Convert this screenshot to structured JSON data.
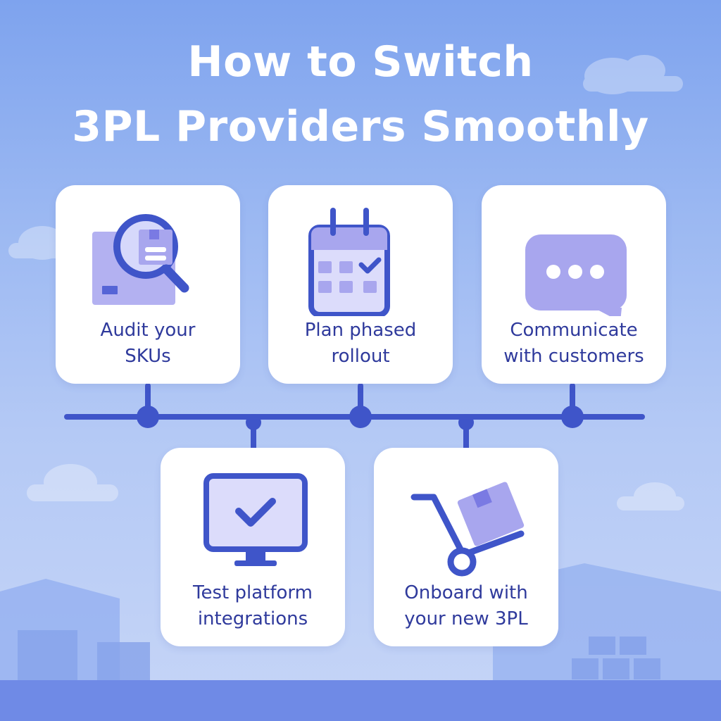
{
  "title": {
    "line1": "How to Switch",
    "line2": "3PL Providers Smoothly"
  },
  "steps": [
    {
      "label_line1": "Audit your",
      "label_line2": "SKUs",
      "icon": "magnifier-over-box-icon"
    },
    {
      "label_line1": "Plan phased",
      "label_line2": "rollout",
      "icon": "calendar-check-icon"
    },
    {
      "label_line1": "Communicate",
      "label_line2": "with customers",
      "icon": "chat-bubble-icon"
    },
    {
      "label_line1": "Test platform",
      "label_line2": "integrations",
      "icon": "monitor-check-icon"
    },
    {
      "label_line1": "Onboard with",
      "label_line2": "your new 3PL",
      "icon": "hand-truck-icon"
    }
  ],
  "colors": {
    "accent": "#3f55c9",
    "icon_fill": "#a8a6ee",
    "text": "#2f3a9c",
    "card": "#ffffff"
  }
}
